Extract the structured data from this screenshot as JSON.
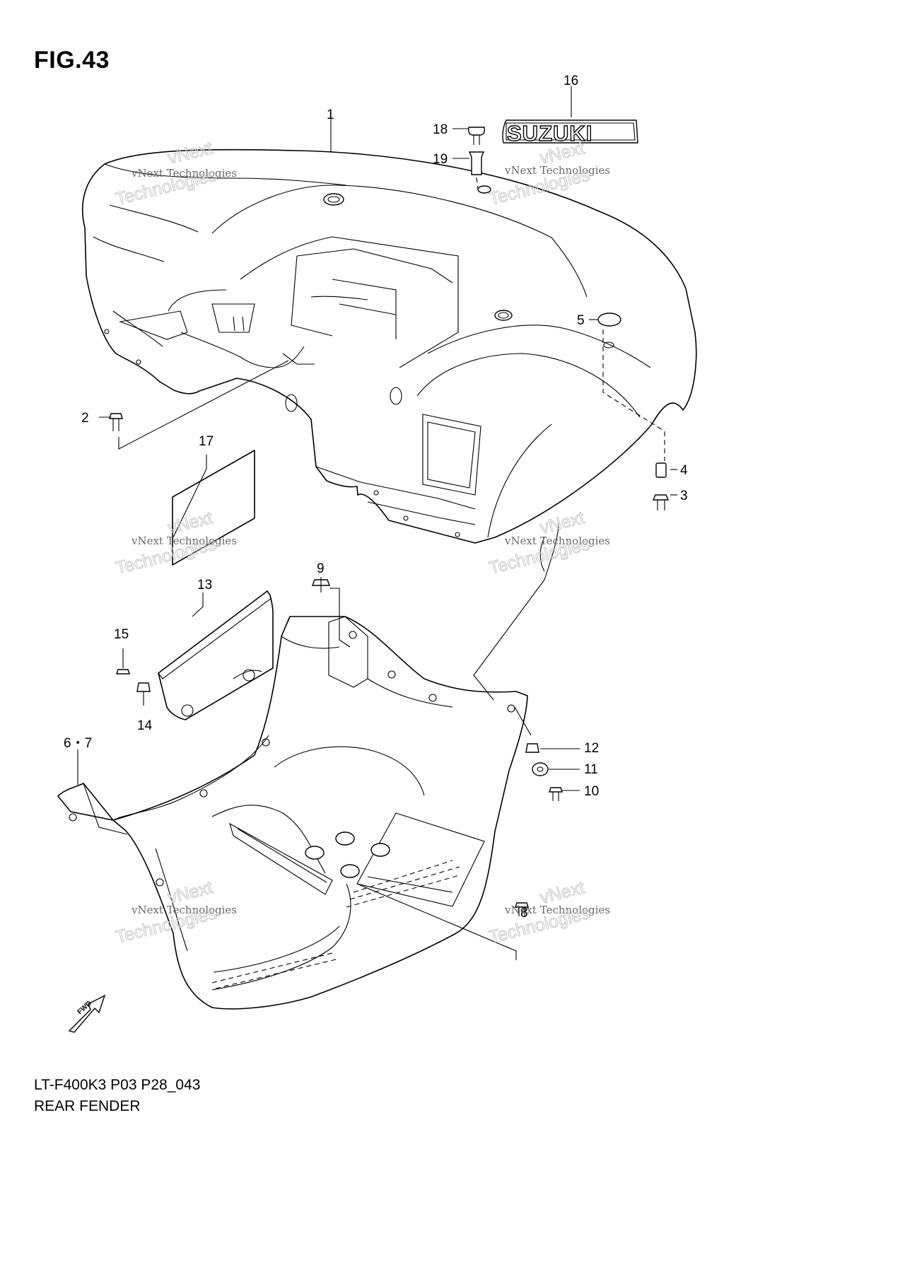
{
  "figure": {
    "title": "FIG.43",
    "model_code": "LT-F400K3 P03 P28_043",
    "name": "REAR FENDER"
  },
  "logo_text": "SUZUKI",
  "direction_label": "FWD",
  "watermark": {
    "line1": "vNext",
    "line2": "vNext Technologies",
    "line3": "Technologies"
  },
  "callouts": [
    {
      "id": "c1",
      "label": "1"
    },
    {
      "id": "c2",
      "label": "2"
    },
    {
      "id": "c3",
      "label": "3"
    },
    {
      "id": "c4",
      "label": "4"
    },
    {
      "id": "c5",
      "label": "5"
    },
    {
      "id": "c67",
      "label": "6・7"
    },
    {
      "id": "c8",
      "label": "8"
    },
    {
      "id": "c9",
      "label": "9"
    },
    {
      "id": "c10",
      "label": "10"
    },
    {
      "id": "c11",
      "label": "11"
    },
    {
      "id": "c12",
      "label": "12"
    },
    {
      "id": "c13",
      "label": "13"
    },
    {
      "id": "c14",
      "label": "14"
    },
    {
      "id": "c15",
      "label": "15"
    },
    {
      "id": "c16",
      "label": "16"
    },
    {
      "id": "c17",
      "label": "17"
    },
    {
      "id": "c18",
      "label": "18"
    },
    {
      "id": "c19",
      "label": "19"
    }
  ]
}
